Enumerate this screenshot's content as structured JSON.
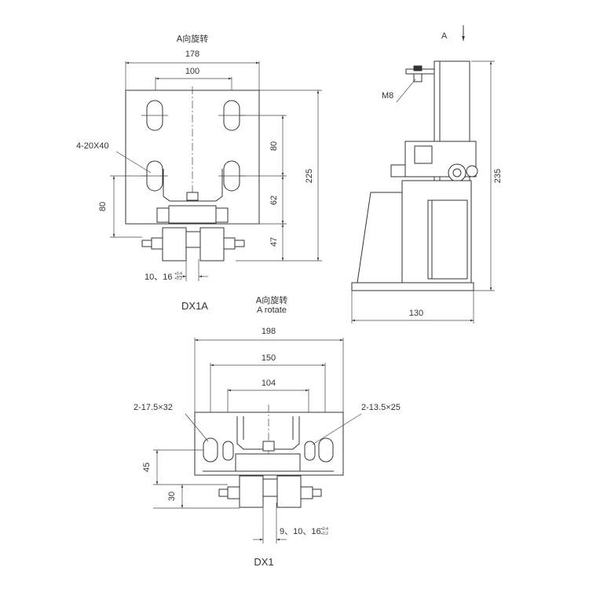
{
  "top_view": {
    "rotate_label": "A向旋转",
    "width_dim": "178",
    "inner_dim": "100",
    "slot_label": "4-20X40",
    "dim_80_right": "80",
    "dim_62": "62",
    "dim_47": "47",
    "dim_225": "225",
    "dim_80_left": "80",
    "size_label": "10、16",
    "tol_upper": "+0.4",
    "tol_lower": "+0.2",
    "name": "DX1A"
  },
  "side_view": {
    "view_arrow_label": "A",
    "bolt_label": "M8",
    "height_dim": "235",
    "width_dim": "130"
  },
  "bottom_view": {
    "rotate_label_cn": "A向旋转",
    "rotate_label_en": "A rotate",
    "dim_198": "198",
    "dim_150": "150",
    "dim_104": "104",
    "left_slot_label": "2-17.5×32",
    "right_slot_label": "2-13.5×25",
    "dim_45": "45",
    "dim_30": "30",
    "size_label": "9、10、16",
    "tol_upper": "+0.4",
    "tol_lower": "+0.2",
    "name": "DX1"
  }
}
